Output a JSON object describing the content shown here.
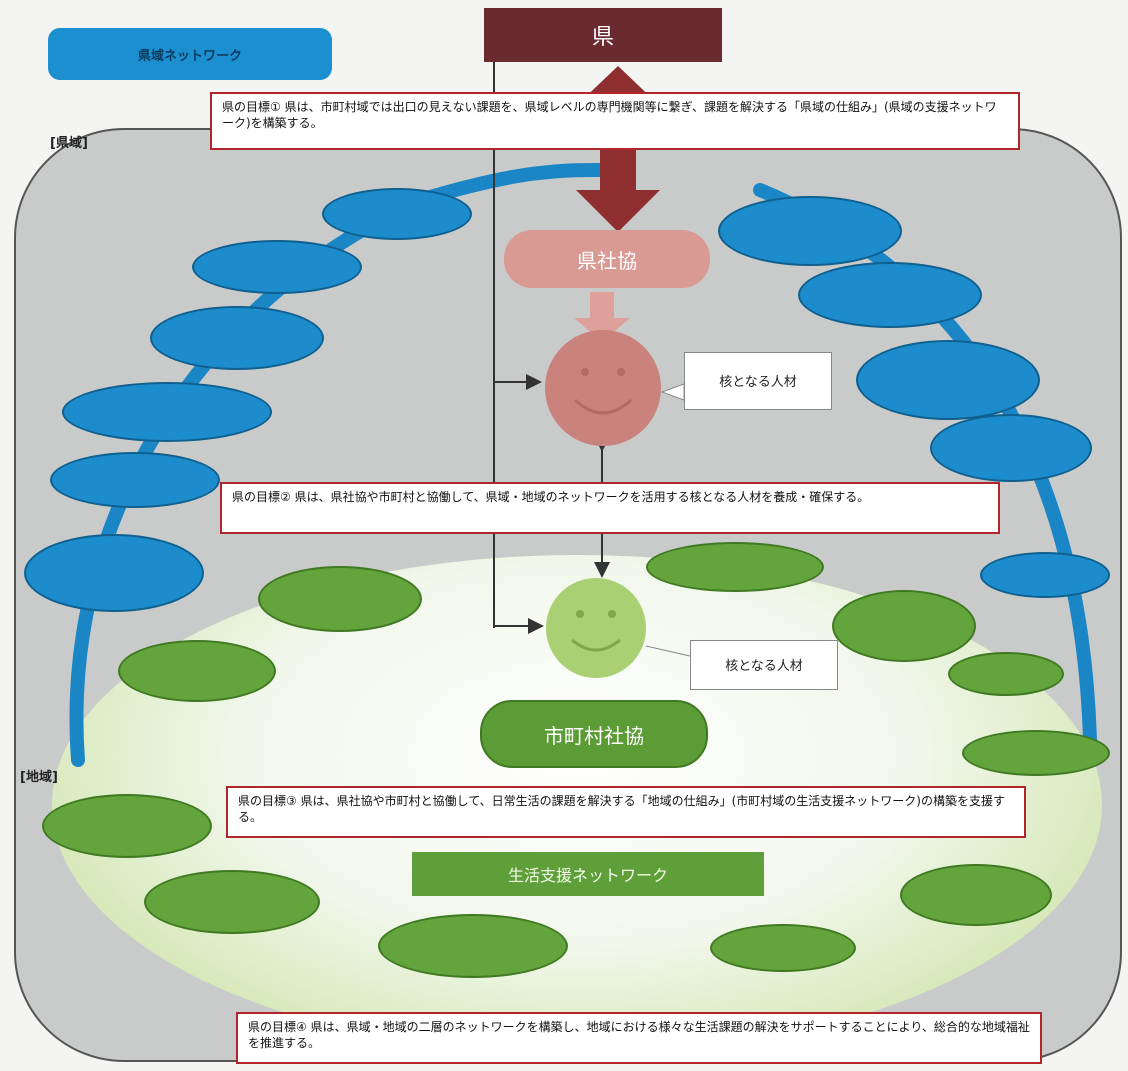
{
  "header": {
    "title": "県域ネットワーク",
    "prefecture": "県"
  },
  "regions": {
    "prefectural": "[県域]",
    "local": "[地域]"
  },
  "goals": [
    {
      "text": "県の目標① 県は、市町村域では出口の見えない課題を、県域レベルの専門機関等に繋ぎ、課題を解決する「県域の仕組み」(県域の支援ネットワーク)を構築する。"
    },
    {
      "text": "県の目標② 県は、県社協や市町村と協働して、県域・地域のネットワークを活用する核となる人材を養成・確保する。"
    },
    {
      "text": "県の目標③ 県は、県社協や市町村と協働して、日常生活の課題を解決する「地域の仕組み」(市町村域の生活支援ネットワーク)の構築を支援する。"
    },
    {
      "text": "県の目標④ 県は、県域・地域の二層のネットワークを構築し、地域における様々な生活課題の解決をサポートすることにより、総合的な地域福祉を推進する。"
    }
  ],
  "pref_council": "県社協",
  "municipal_council": "市町村社協",
  "network_banner": "生活支援ネットワーク",
  "key_person_pref": {
    "label": "核となる人材",
    "sub": ""
  },
  "key_person_local": {
    "label": "核となる人材",
    "sub": ""
  },
  "pref_nodes": [
    "",
    "",
    "",
    "",
    "",
    "",
    "",
    "",
    "",
    "",
    "",
    "",
    ""
  ],
  "local_nodes": [
    "",
    "",
    "",
    "",
    "",
    "",
    "",
    "",
    "",
    "",
    "",
    ""
  ],
  "colors": {
    "pref_blue": "#1d8ccc",
    "local_green": "#64a43c",
    "arrow_maroon": "#8e2e2e",
    "goal_border": "#b0262b"
  }
}
